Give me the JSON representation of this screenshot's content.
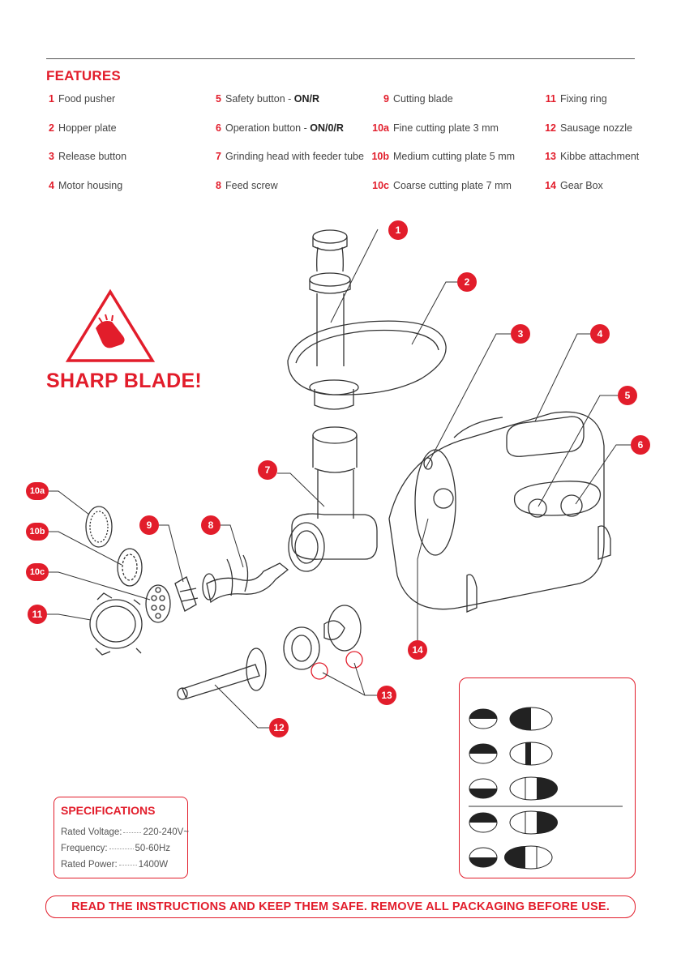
{
  "features": {
    "title": "FEATURES",
    "items": [
      {
        "num": "1",
        "label": "Food pusher"
      },
      {
        "num": "2",
        "label": "Hopper plate"
      },
      {
        "num": "3",
        "label": "Release button"
      },
      {
        "num": "4",
        "label": "Motor housing"
      },
      {
        "num": "5",
        "label": "Safety button - ",
        "bold": "ON/R"
      },
      {
        "num": "6",
        "label": "Operation button - ",
        "bold": "ON/0/R"
      },
      {
        "num": "7",
        "label": "Grinding head with feeder tube"
      },
      {
        "num": "8",
        "label": "Feed screw"
      },
      {
        "num": "9",
        "label": "Cutting blade"
      },
      {
        "num": "10a",
        "label": "Fine cutting plate 3 mm"
      },
      {
        "num": "10b",
        "label": "Medium cutting plate 5 mm"
      },
      {
        "num": "10c",
        "label": "Coarse cutting plate 7 mm"
      },
      {
        "num": "11",
        "label": "Fixing ring"
      },
      {
        "num": "12",
        "label": "Sausage nozzle"
      },
      {
        "num": "13",
        "label": "Kibbe attachment"
      },
      {
        "num": "14",
        "label": "Gear Box"
      }
    ]
  },
  "warning": {
    "text": "SHARP BLADE!"
  },
  "callouts": [
    "1",
    "2",
    "3",
    "4",
    "5",
    "6",
    "7",
    "8",
    "9",
    "10a",
    "10b",
    "10c",
    "11",
    "12",
    "13",
    "14"
  ],
  "specifications": {
    "title": "SPECIFICATIONS",
    "rows": [
      {
        "label": "Rated Voltage:",
        "value": "220-240V~"
      },
      {
        "label": "Frequency:",
        "value": "50-60Hz"
      },
      {
        "label": "Rated Power:",
        "value": "1400W"
      }
    ]
  },
  "colors": {
    "accent": "#e21d2b",
    "text": "#444444",
    "line": "#555555"
  },
  "footer": {
    "text": "READ THE INSTRUCTIONS AND KEEP THEM SAFE. REMOVE ALL PACKAGING BEFORE USE."
  }
}
